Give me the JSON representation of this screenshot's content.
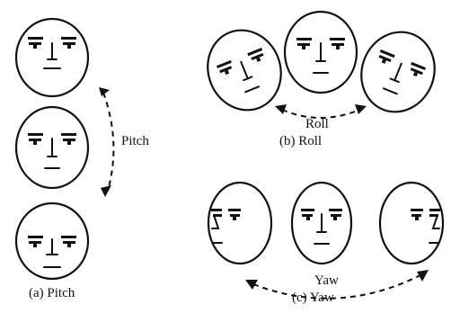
{
  "labels": {
    "pitch_arrow": "Pitch",
    "roll_arrow": "Roll",
    "yaw_arrow": "Yaw",
    "caption_pitch": "(a) Pitch",
    "caption_roll": "(b) Roll",
    "caption_yaw": "(c) Yaw"
  },
  "colors": {
    "ink": "#111111",
    "background": "#ffffff"
  }
}
